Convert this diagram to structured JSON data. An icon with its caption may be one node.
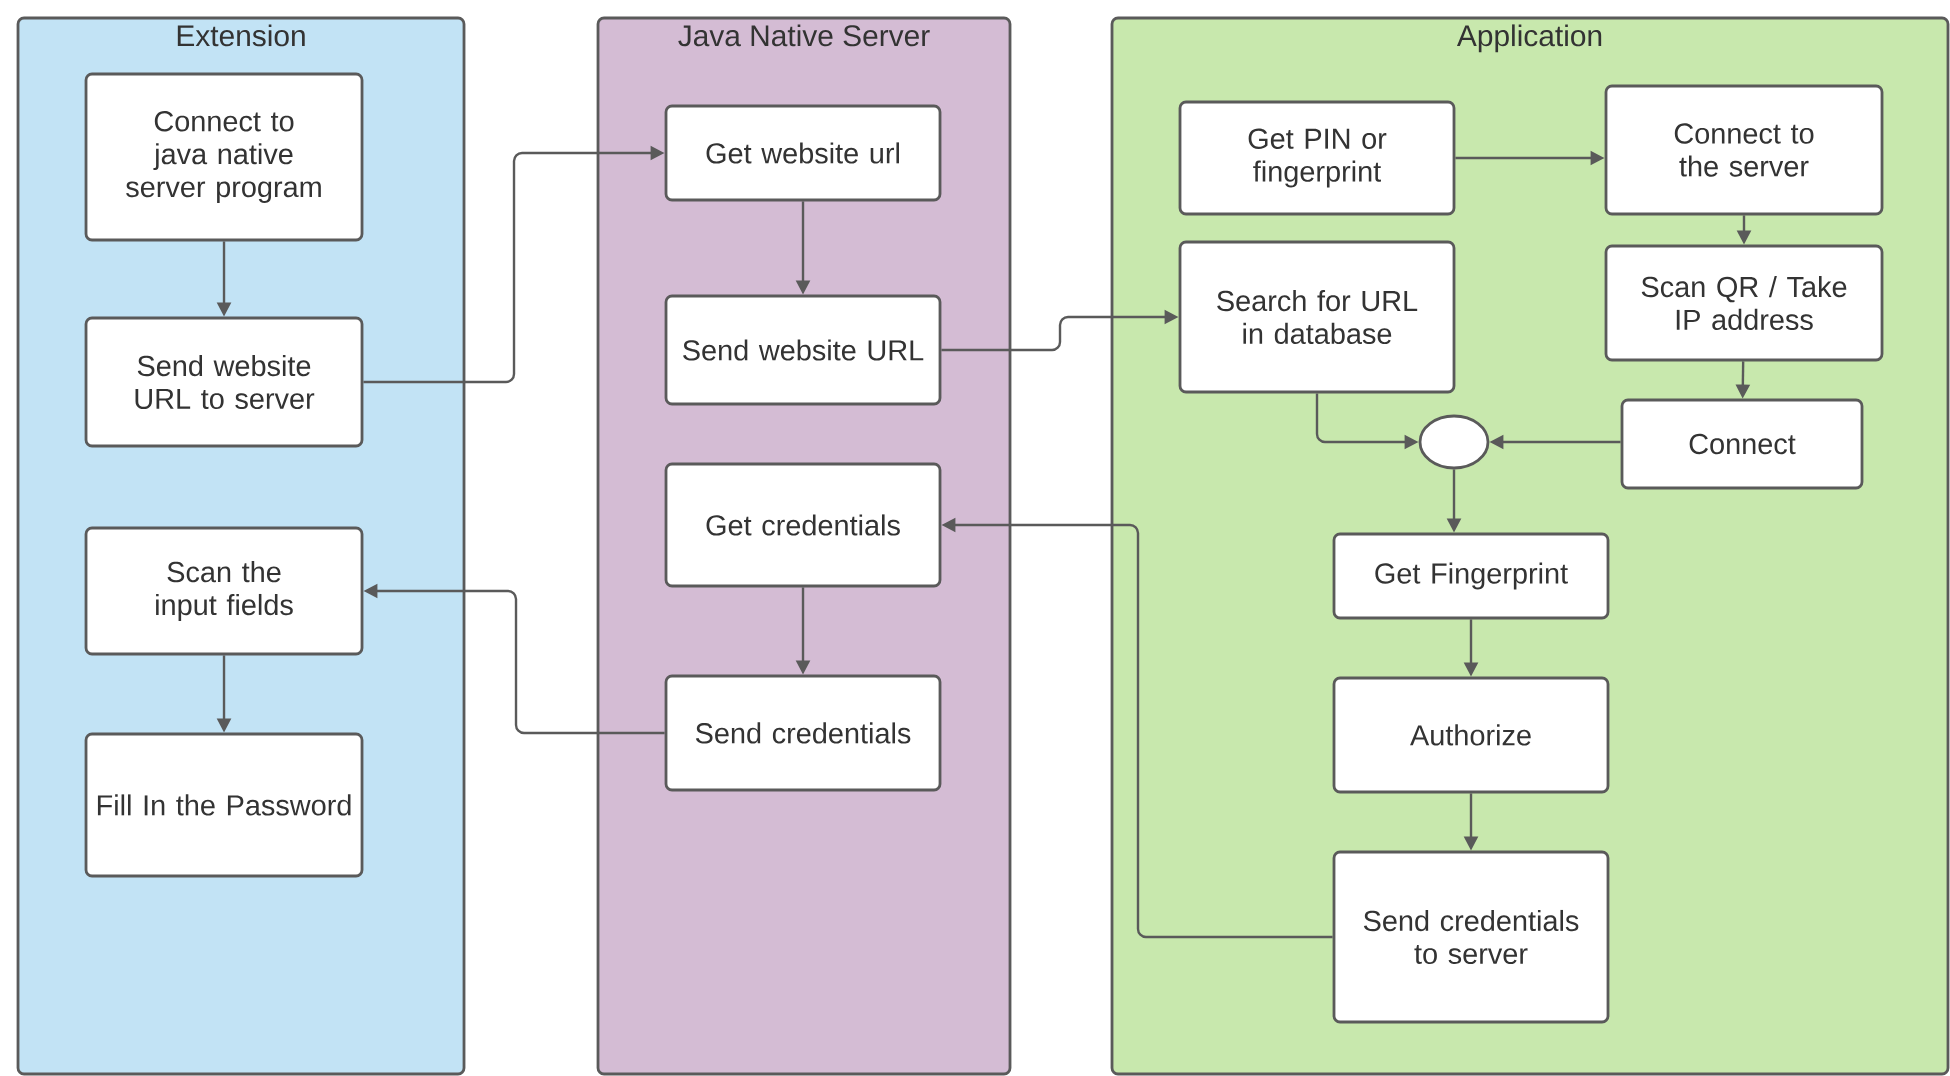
{
  "diagram": {
    "nodes": [
      {
        "text": [
          "Extension"
        ]
      },
      {
        "text": [
          "Connect to java native server program"
        ],
        "in": 0
      },
      {
        "text": [
          "Send website URL to server"
        ],
        "in": 0
      },
      {
        "text": [
          "Scan the input fields"
        ],
        "in": 0
      },
      {
        "text": [
          "Fill In the Password"
        ],
        "in": 0
      },
      {
        "text": [
          "Java Native Server"
        ]
      },
      {
        "text": [
          "Get website url"
        ],
        "in": 5
      },
      {
        "text": [
          "Send website URL"
        ],
        "in": 5
      },
      {
        "text": [
          "Get credentials"
        ],
        "in": 5
      },
      {
        "text": [
          "Send credentials"
        ],
        "in": 5
      },
      {
        "text": [
          "Application"
        ]
      },
      {
        "text": [
          "Get PIN or fingerprint"
        ],
        "in": 10
      },
      {
        "text": [
          "Connect to the server"
        ],
        "in": 10
      },
      {
        "text": [
          "Search for URL in database"
        ],
        "in": 10
      },
      {
        "text": [
          "Scan QR / Take IP address"
        ],
        "in": 10
      },
      {
        "text": [
          "Connect"
        ],
        "in": 10
      },
      {
        "text": [],
        "shape": "circle",
        "in": 10
      },
      {
        "text": [
          "Get Fingerprint"
        ],
        "in": 10
      },
      {
        "text": [
          "Authorize"
        ],
        "in": 10
      },
      {
        "text": [
          "Send credentials to server"
        ],
        "in": 10
      }
    ],
    "edges": [
      {
        "from": 1,
        "to": 2,
        "arrow": "to"
      },
      {
        "from": 2,
        "to": 6,
        "arrow": "to"
      },
      {
        "from": 6,
        "to": 7,
        "arrow": "to"
      },
      {
        "from": 7,
        "to": 13,
        "arrow": "to"
      },
      {
        "from": 8,
        "to": 9,
        "arrow": "to"
      },
      {
        "from": 9,
        "to": 3,
        "arrow": "to"
      },
      {
        "from": 3,
        "to": 4,
        "arrow": "to"
      },
      {
        "from": 11,
        "to": 12,
        "arrow": "to"
      },
      {
        "from": 12,
        "to": 14,
        "arrow": "to"
      },
      {
        "from": 14,
        "to": 15,
        "arrow": "to"
      },
      {
        "from": 13,
        "to": 16,
        "arrow": "to"
      },
      {
        "from": 15,
        "to": 16,
        "arrow": "to"
      },
      {
        "from": 16,
        "to": 17,
        "arrow": "to"
      },
      {
        "from": 17,
        "to": 18,
        "arrow": "to"
      },
      {
        "from": 18,
        "to": 19,
        "arrow": "to"
      },
      {
        "from": 19,
        "to": 8,
        "arrow": "to"
      }
    ]
  }
}
